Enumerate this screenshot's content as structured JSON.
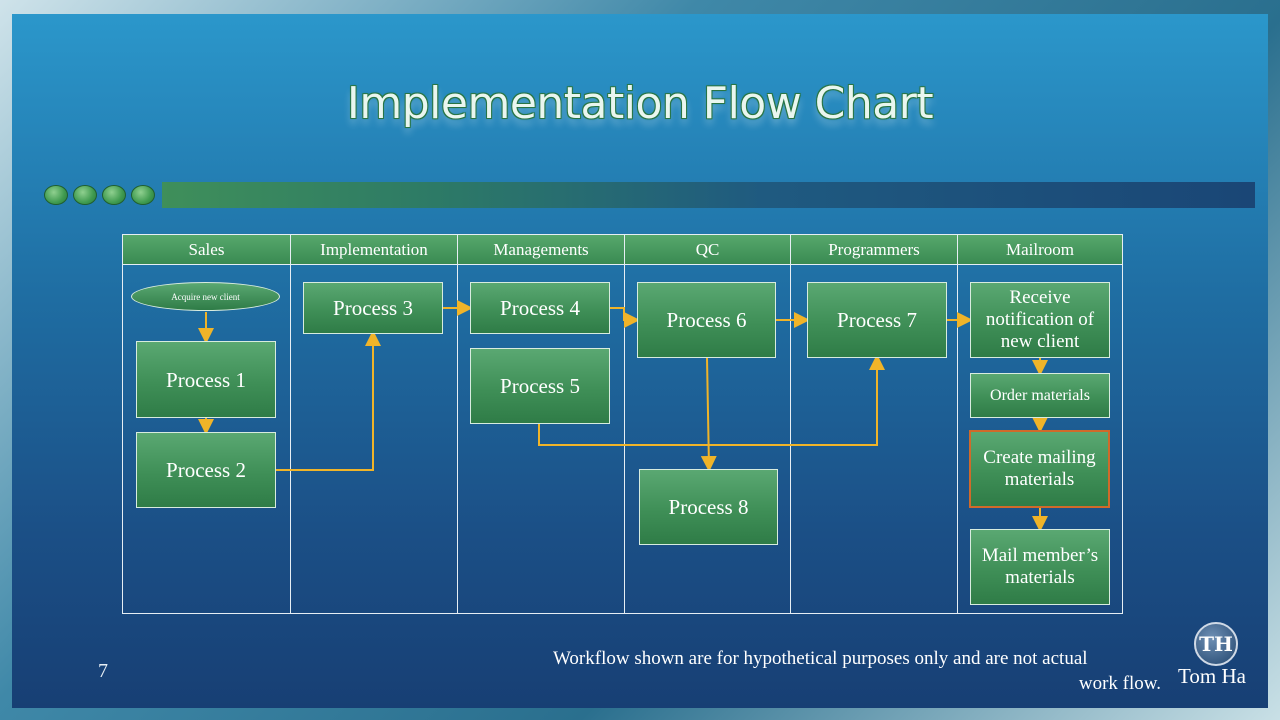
{
  "title": "Implementation Flow Chart",
  "columns": [
    "Sales",
    "Implementation",
    "Managements",
    "QC",
    "Programmers",
    "Mailroom"
  ],
  "nodes": {
    "acquire": "Acquire new client",
    "p1": "Process 1",
    "p2": "Process 2",
    "p3": "Process 3",
    "p4": "Process 4",
    "p5": "Process 5",
    "p6": "Process 6",
    "p7": "Process 7",
    "p8": "Process 8",
    "receive": "Receive notification of new client",
    "order": "Order materials",
    "create": "Create mailing materials",
    "mail": "Mail member’s materials"
  },
  "footer": {
    "page_number": "7",
    "note_line1": "Workflow  shown are for hypothetical purposes only and are not actual",
    "note_line2": "work flow.",
    "logo_text": "TH",
    "brand": "Tom Ha"
  },
  "colors": {
    "connector": "#f0b429",
    "highlight_border": "#d06a2a",
    "box_green": "#3f8f57"
  }
}
